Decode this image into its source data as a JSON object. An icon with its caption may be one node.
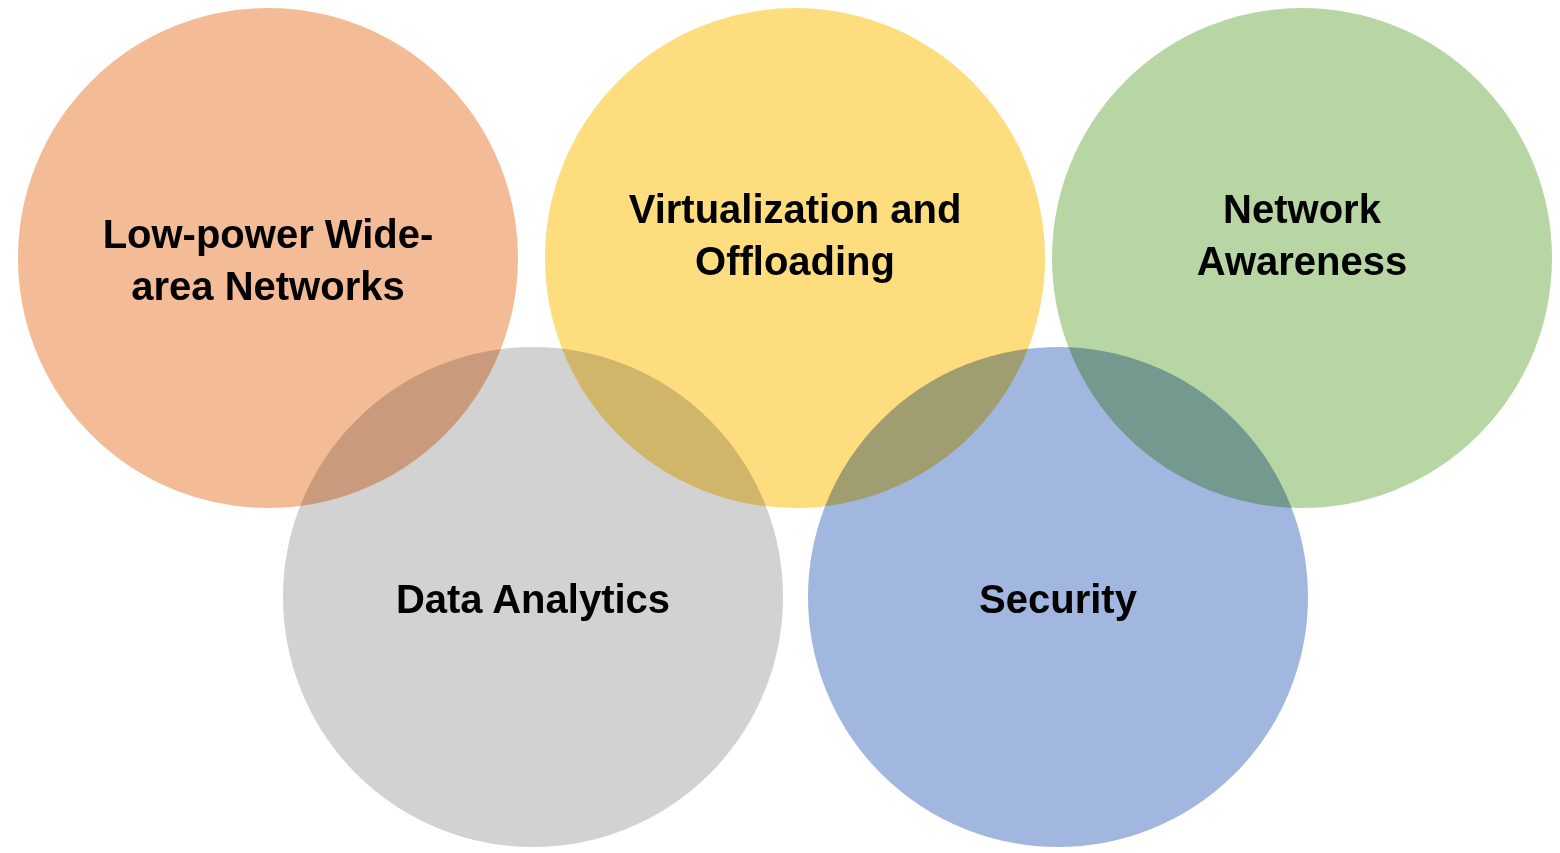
{
  "diagram": {
    "nodes": [
      {
        "text": [
          "Low-power Wide-area Networks"
        ]
      },
      {
        "text": [
          "Virtualization and Offloading"
        ]
      },
      {
        "text": [
          "Network Awareness"
        ]
      },
      {
        "text": [
          "Data Analytics"
        ]
      },
      {
        "text": [
          "Security"
        ]
      }
    ]
  }
}
